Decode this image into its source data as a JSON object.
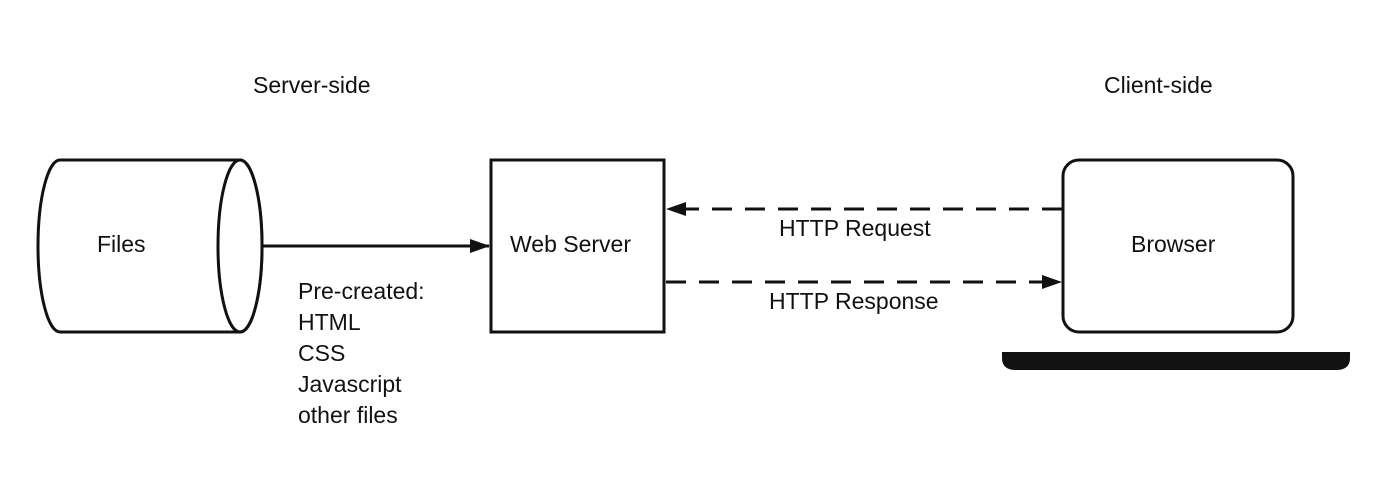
{
  "sections": {
    "server_side": "Server-side",
    "client_side": "Client-side"
  },
  "nodes": {
    "files": "Files",
    "web_server": "Web Server",
    "browser": "Browser"
  },
  "edges": {
    "http_request": "HTTP Request",
    "http_response": "HTTP Response"
  },
  "file_types": {
    "heading": "Pre-created:",
    "items": [
      "HTML",
      "CSS",
      "Javascript",
      "other files"
    ]
  },
  "colors": {
    "stroke": "#111111",
    "background": "#ffffff"
  }
}
